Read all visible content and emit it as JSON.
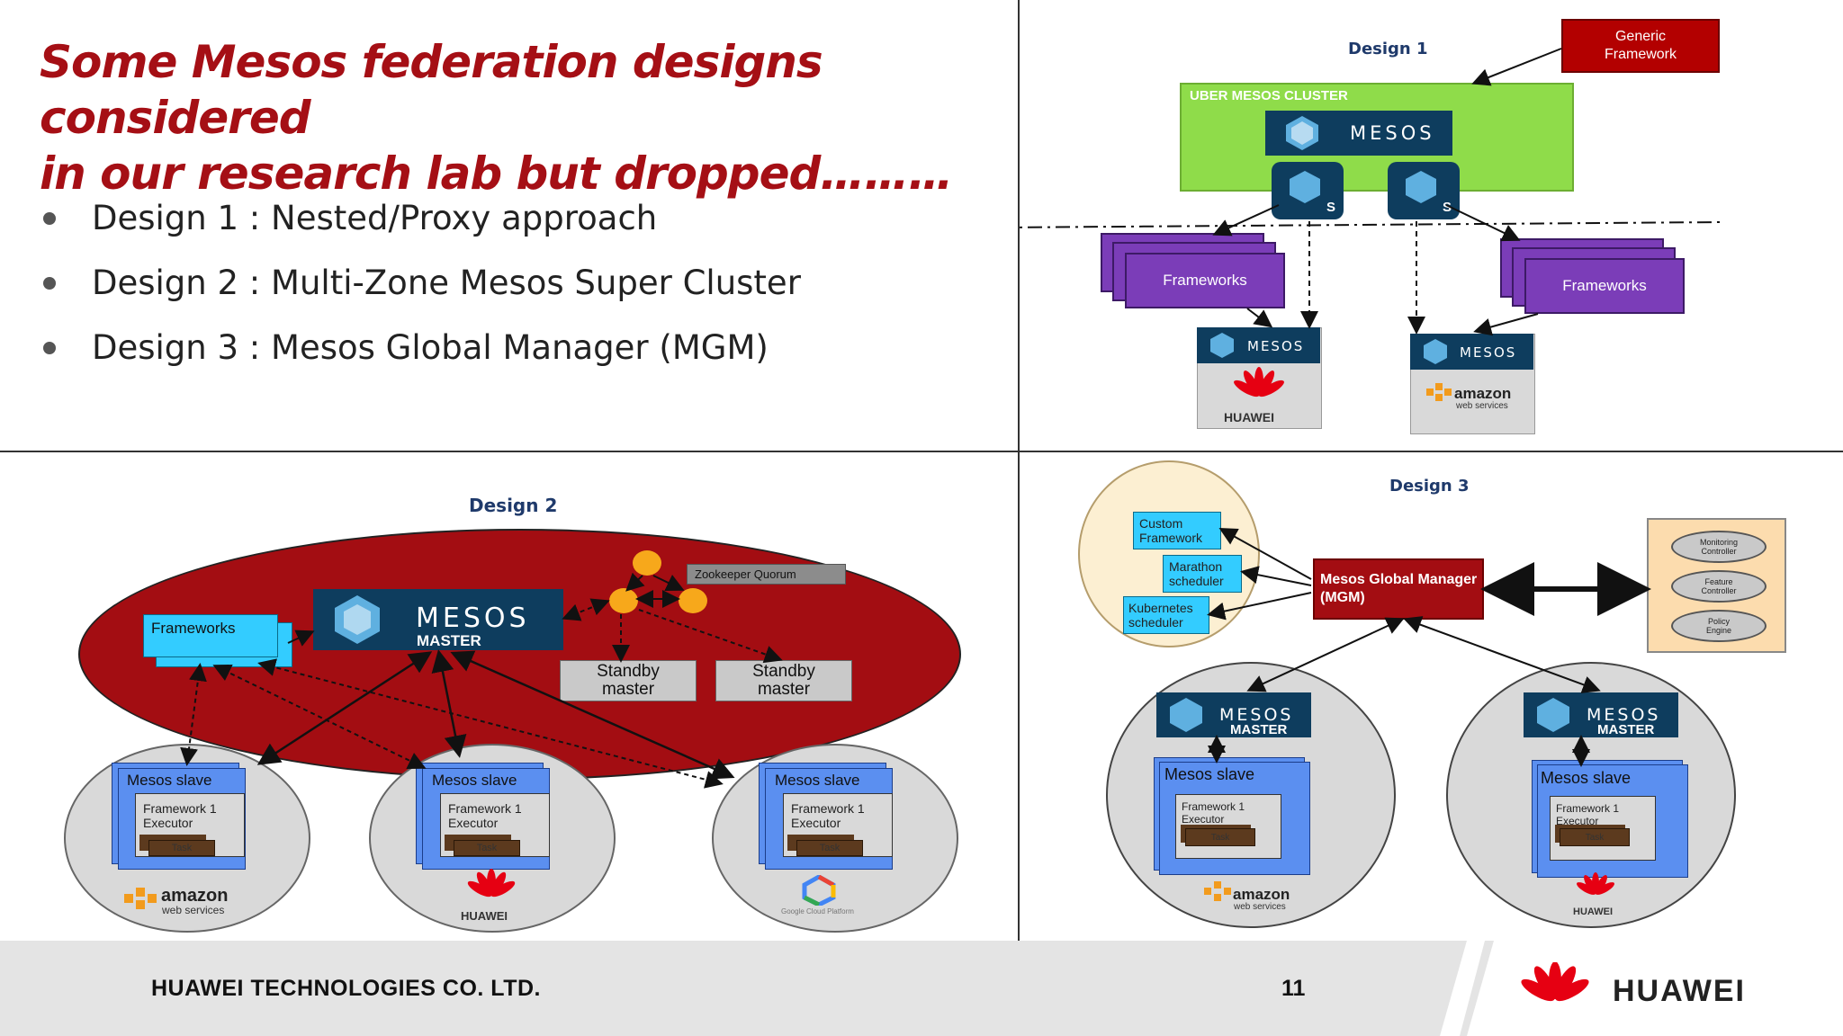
{
  "slide": {
    "title_line1": "Some Mesos federation designs considered",
    "title_line2": "in our research lab but dropped………",
    "bullets": [
      "Design 1 : Nested/Proxy approach",
      "Design 2 : Multi-Zone Mesos Super Cluster",
      "Design 3 : Mesos Global Manager (MGM)"
    ],
    "footer_company": "HUAWEI TECHNOLOGIES CO. LTD.",
    "page_number": "11",
    "footer_logo_text": "HUAWEI",
    "colors": {
      "title": "#a50f15",
      "huawei_red": "#e60012",
      "mesos_navy": "#0e3d5e",
      "framework_purple": "#7b3db8",
      "uber_green": "#8fdc4a",
      "slave_blue": "#5b8ff0",
      "mgm_red": "#a30d12"
    }
  },
  "design1": {
    "title": "Design 1",
    "generic_framework": "Generic Framework",
    "uber_cluster": "UBER MESOS CLUSTER",
    "mesos": "MESOS",
    "slave_letter": "S",
    "frameworks": "Frameworks",
    "huawei": "HUAWEI",
    "amazon": "amazon",
    "webservices": "web services"
  },
  "design2": {
    "title": "Design 2",
    "frameworks": "Frameworks",
    "mesos": "MESOS",
    "master": "MASTER",
    "zookeeper": "Zookeeper Quorum",
    "standby1": "Standby master",
    "standby2": "Standby master",
    "slave": "Mesos slave",
    "fw_exec": "Framework 1 Executor",
    "task": "Task",
    "amazon": "amazon",
    "webservices": "web services",
    "huawei": "HUAWEI",
    "google": "Google Cloud Platform"
  },
  "design3": {
    "title": "Design 3",
    "custom_fw": "Custom Framework",
    "marathon": "Marathon scheduler",
    "kubernetes": "Kubernetes scheduler",
    "mgm": "Mesos Global Manager (MGM)",
    "monitoring": "Monitoring Controller",
    "feature": "Feature Controller",
    "policy": "Policy Engine",
    "mesos": "MESOS",
    "master": "MASTER",
    "slave": "Mesos slave",
    "fw_exec": "Framework 1 Executor",
    "task": "Task",
    "amazon": "amazon",
    "webservices": "web services",
    "huawei": "HUAWEI"
  }
}
